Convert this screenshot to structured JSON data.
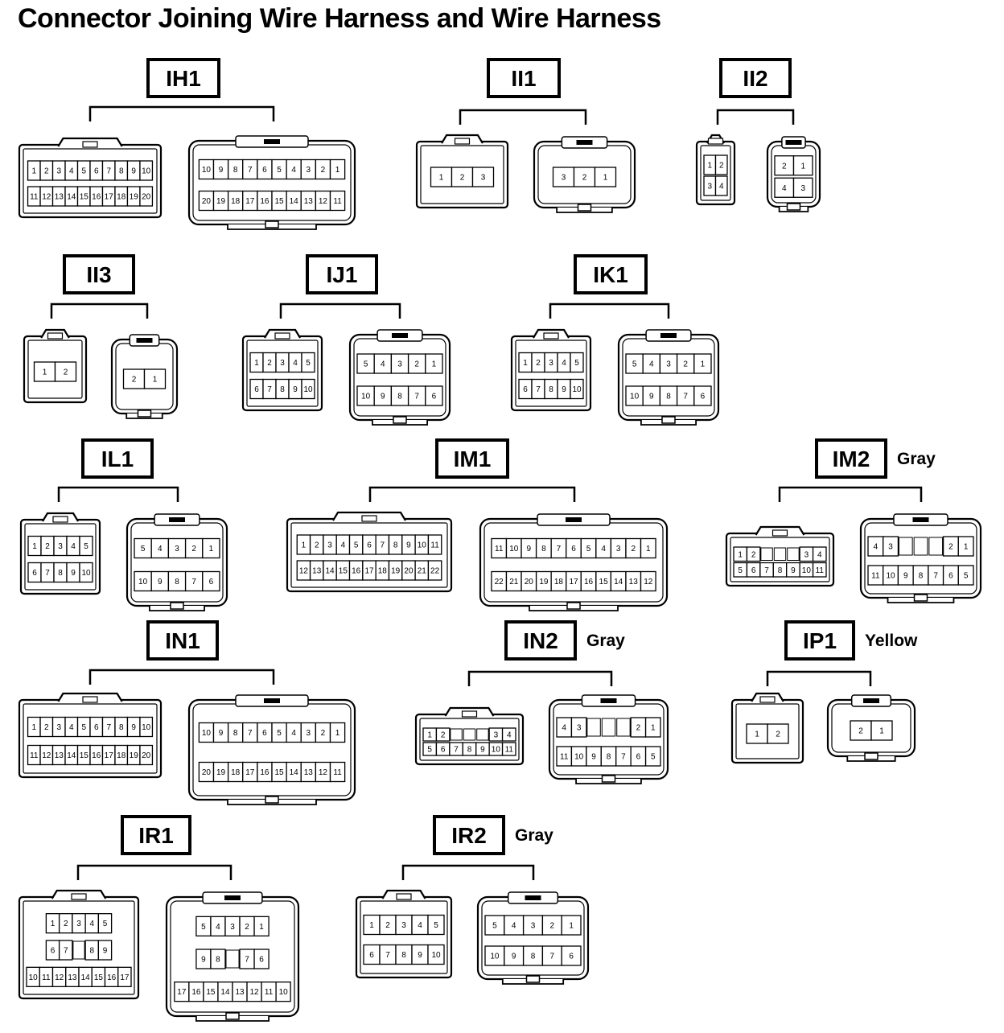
{
  "title": "Connector Joining Wire Harness and Wire Harness",
  "connectors": [
    {
      "id": "IH1",
      "color": "",
      "a": {
        "rows": [
          [
            "1",
            "2",
            "3",
            "4",
            "5",
            "6",
            "7",
            "8",
            "9",
            "10"
          ],
          [
            "11",
            "12",
            "13",
            "14",
            "15",
            "16",
            "17",
            "18",
            "19",
            "20"
          ]
        ]
      },
      "b": {
        "rows": [
          [
            "10",
            "9",
            "8",
            "7",
            "6",
            "5",
            "4",
            "3",
            "2",
            "1"
          ],
          [
            "20",
            "19",
            "18",
            "17",
            "16",
            "15",
            "14",
            "13",
            "12",
            "11"
          ]
        ]
      }
    },
    {
      "id": "II1",
      "color": "",
      "a": {
        "rows": [
          [
            "1",
            "2",
            "3"
          ]
        ]
      },
      "b": {
        "rows": [
          [
            "3",
            "2",
            "1"
          ]
        ]
      }
    },
    {
      "id": "II2",
      "color": "",
      "a": {
        "rows": [
          [
            "1",
            "2"
          ],
          [
            "3",
            "4"
          ]
        ]
      },
      "b": {
        "rows": [
          [
            "2",
            "1"
          ],
          [
            "4",
            "3"
          ]
        ]
      }
    },
    {
      "id": "II3",
      "color": "",
      "a": {
        "rows": [
          [
            "1",
            "2"
          ]
        ]
      },
      "b": {
        "rows": [
          [
            "2",
            "1"
          ]
        ]
      }
    },
    {
      "id": "IJ1",
      "color": "",
      "a": {
        "rows": [
          [
            "1",
            "2",
            "3",
            "4",
            "5"
          ],
          [
            "6",
            "7",
            "8",
            "9",
            "10"
          ]
        ]
      },
      "b": {
        "rows": [
          [
            "5",
            "4",
            "3",
            "2",
            "1"
          ],
          [
            "10",
            "9",
            "8",
            "7",
            "6"
          ]
        ]
      }
    },
    {
      "id": "IK1",
      "color": "",
      "a": {
        "rows": [
          [
            "1",
            "2",
            "3",
            "4",
            "5"
          ],
          [
            "6",
            "7",
            "8",
            "9",
            "10"
          ]
        ]
      },
      "b": {
        "rows": [
          [
            "5",
            "4",
            "3",
            "2",
            "1"
          ],
          [
            "10",
            "9",
            "8",
            "7",
            "6"
          ]
        ]
      }
    },
    {
      "id": "IL1",
      "color": "",
      "a": {
        "rows": [
          [
            "1",
            "2",
            "3",
            "4",
            "5"
          ],
          [
            "6",
            "7",
            "8",
            "9",
            "10"
          ]
        ]
      },
      "b": {
        "rows": [
          [
            "5",
            "4",
            "3",
            "2",
            "1"
          ],
          [
            "10",
            "9",
            "8",
            "7",
            "6"
          ]
        ]
      }
    },
    {
      "id": "IM1",
      "color": "",
      "a": {
        "rows": [
          [
            "1",
            "2",
            "3",
            "4",
            "5",
            "6",
            "7",
            "8",
            "9",
            "10",
            "11"
          ],
          [
            "12",
            "13",
            "14",
            "15",
            "16",
            "17",
            "18",
            "19",
            "20",
            "21",
            "22"
          ]
        ]
      },
      "b": {
        "rows": [
          [
            "11",
            "10",
            "9",
            "8",
            "7",
            "6",
            "5",
            "4",
            "3",
            "2",
            "1"
          ],
          [
            "22",
            "21",
            "20",
            "19",
            "18",
            "17",
            "16",
            "15",
            "14",
            "13",
            "12"
          ]
        ]
      }
    },
    {
      "id": "IM2",
      "color": "Gray",
      "a": {
        "rows": [
          [
            "1",
            "2",
            "",
            "",
            "",
            "3",
            "4"
          ],
          [
            "5",
            "6",
            "7",
            "8",
            "9",
            "10",
            "11"
          ]
        ]
      },
      "b": {
        "rows": [
          [
            "4",
            "3",
            "",
            "",
            "",
            "2",
            "1"
          ],
          [
            "11",
            "10",
            "9",
            "8",
            "7",
            "6",
            "5"
          ]
        ]
      }
    },
    {
      "id": "IN1",
      "color": "",
      "a": {
        "rows": [
          [
            "1",
            "2",
            "3",
            "4",
            "5",
            "6",
            "7",
            "8",
            "9",
            "10"
          ],
          [
            "11",
            "12",
            "13",
            "14",
            "15",
            "16",
            "17",
            "18",
            "19",
            "20"
          ]
        ]
      },
      "b": {
        "rows": [
          [
            "10",
            "9",
            "8",
            "7",
            "6",
            "5",
            "4",
            "3",
            "2",
            "1"
          ],
          [
            "20",
            "19",
            "18",
            "17",
            "16",
            "15",
            "14",
            "13",
            "12",
            "11"
          ]
        ]
      }
    },
    {
      "id": "IN2",
      "color": "Gray",
      "a": {
        "rows": [
          [
            "1",
            "2",
            "",
            "",
            "",
            "3",
            "4"
          ],
          [
            "5",
            "6",
            "7",
            "8",
            "9",
            "10",
            "11"
          ]
        ]
      },
      "b": {
        "rows": [
          [
            "4",
            "3",
            "",
            "",
            "",
            "2",
            "1"
          ],
          [
            "11",
            "10",
            "9",
            "8",
            "7",
            "6",
            "5"
          ]
        ]
      }
    },
    {
      "id": "IP1",
      "color": "Yellow",
      "a": {
        "rows": [
          [
            "1",
            "2"
          ]
        ]
      },
      "b": {
        "rows": [
          [
            "2",
            "1"
          ]
        ]
      }
    },
    {
      "id": "IR1",
      "color": "",
      "a": {
        "rows": [
          [
            "1",
            "2",
            "3",
            "4",
            "5"
          ],
          [
            "6",
            "7",
            "",
            "8",
            "9"
          ],
          [
            "10",
            "11",
            "12",
            "13",
            "14",
            "15",
            "16",
            "17"
          ]
        ]
      },
      "b": {
        "rows": [
          [
            "5",
            "4",
            "3",
            "2",
            "1"
          ],
          [
            "9",
            "8",
            "",
            "7",
            "6"
          ],
          [
            "17",
            "16",
            "15",
            "14",
            "13",
            "12",
            "11",
            "10"
          ]
        ]
      }
    },
    {
      "id": "IR2",
      "color": "Gray",
      "a": {
        "rows": [
          [
            "1",
            "2",
            "3",
            "4",
            "5"
          ],
          [
            "6",
            "7",
            "8",
            "9",
            "10"
          ]
        ]
      },
      "b": {
        "rows": [
          [
            "5",
            "4",
            "3",
            "2",
            "1"
          ],
          [
            "10",
            "9",
            "8",
            "7",
            "6"
          ]
        ]
      }
    }
  ]
}
